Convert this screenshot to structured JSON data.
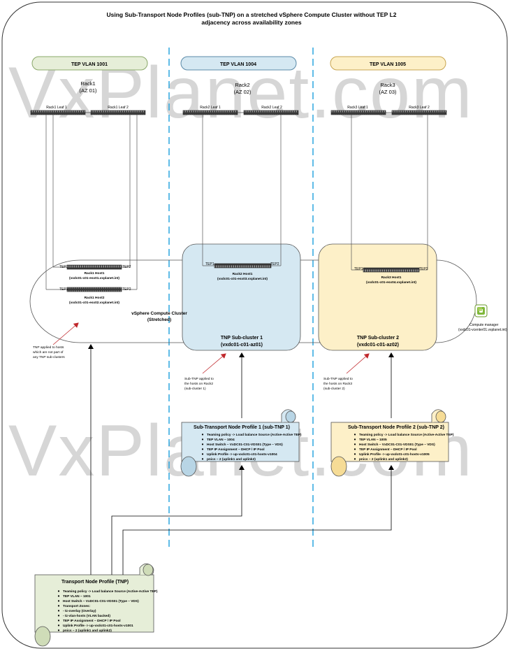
{
  "title_line1": "Using Sub-Transport Node Profiles (sub-TNP) on a stretched vSphere Compute Cluster without TEP L2",
  "title_line2": "adjacency across availability zones",
  "watermark": "VxPlanet.com",
  "colors": {
    "green_fill": "#e6eed8",
    "green_stroke": "#8aa86a",
    "blue_fill": "#d5e8f2",
    "blue_stroke": "#5a8aa8",
    "yellow_fill": "#fdf0c8",
    "yellow_stroke": "#c8a550",
    "dash_line": "#2aa6df",
    "arrow_red": "#c0282c"
  },
  "zones": [
    {
      "vlan": "TEP VLAN 1001",
      "rack": "Rack1",
      "az": "(AZ 01)",
      "leaf1": "Rack1 Leaf 1",
      "leaf2": "Rack1 Leaf 2"
    },
    {
      "vlan": "TEP VLAN 1004",
      "rack": "Rack2",
      "az": "(AZ 02)",
      "leaf1": "Rack2 Leaf 1",
      "leaf2": "Rack2 Leaf 2"
    },
    {
      "vlan": "TEP VLAN 1005",
      "rack": "Rack3",
      "az": "(AZ 03)",
      "leaf1": "Rack3 Leaf 1",
      "leaf2": "Rack3 Leaf 2"
    }
  ],
  "hosts": {
    "r1h1": {
      "name": "Rack1 Host1",
      "fqdn": "(vxdc01-c01-esx01.vxplanet.int)"
    },
    "r1h2": {
      "name": "Rack1 Host2",
      "fqdn": "(vxdc01-c01-esx02.vxplanet.int)"
    },
    "r2h1": {
      "name": "Rack2 Host1",
      "fqdn": "(vxdc01-c01-esx03.vxplanet.int)"
    },
    "r3h1": {
      "name": "Rack3 Host1",
      "fqdn": "(vxdc01-c01-esx04.vxplanet.int)"
    }
  },
  "tep1": "TEP1",
  "tep2": "TEP2",
  "cluster": {
    "line1": "vSphere Compute Cluster",
    "line2": "(Stretched)"
  },
  "subcluster1": {
    "line1": "TNP Sub-cluster 1",
    "line2": "(vxdc01-c01-az01)"
  },
  "subcluster2": {
    "line1": "TNP Sub-cluster 2",
    "line2": "(vxdc01-c01-az02)"
  },
  "compute_manager": {
    "line1": "Compute manager",
    "line2": "(vxdc01-vcenter01.vxplanet.int)"
  },
  "notes": {
    "tnp": [
      "TNP applied to hosts",
      "which are not part of",
      "any TNP sub-clusters"
    ],
    "sub1": [
      "Sub-TNP applied to",
      "the hosts on Rack2",
      "(sub-cluster 1)"
    ],
    "sub2": [
      "Sub-TNP applied to",
      "the hosts on Rack3",
      "(sub-cluster 2)"
    ]
  },
  "subtnp1": {
    "title": "Sub-Transport Node Profile 1 (sub-TNP 1)",
    "items": [
      "Teaming policy -> Load balance Source (Active-Active TEP)",
      "TEP VLAN – 1004",
      "Host Switch – VxDC01-C01-VDS01 (Type – VDS)",
      "TEP IP Assignment – DHCP / IP Pool",
      "Uplink Profile -> up-vxdc01-c01-hosts-v1004",
      "pnics – 2 (uplink1 and uplink2)"
    ]
  },
  "subtnp2": {
    "title": "Sub-Transport Node Profile 2 (sub-TNP 2)",
    "items": [
      "Teaming policy -> Load balance Source (Active-Active TEP)",
      "TEP VLAN – 1005",
      "Host Switch – VxDC01-C01-VDS01 (Type – VDS)",
      "TEP IP Assignment – DHCP / IP Pool",
      "Uplink Profile -> up-vxdc01-c01-hosts-v1005",
      "pnics – 2 (uplink1 and uplink2)"
    ]
  },
  "tnp": {
    "title": "Transport Node Profile (TNP)",
    "items": [
      "Teaming policy -> Load balance Source (Active-Active TEP)",
      "TEP VLAN – 1001",
      "Host Switch – VxDC01-C01-VDS01 (Type – VDS)",
      "Transport Zones:",
      "     - tz-overlay (Overlay)",
      "     - tz-vlan-hosts (VLAN backed)",
      "TEP IP Assignment – DHCP / IP Pool",
      "Uplink Profile -> up-vxdc01-c01-hosts-v1001",
      "pnics – 2 (uplink1 and uplink2)"
    ]
  }
}
